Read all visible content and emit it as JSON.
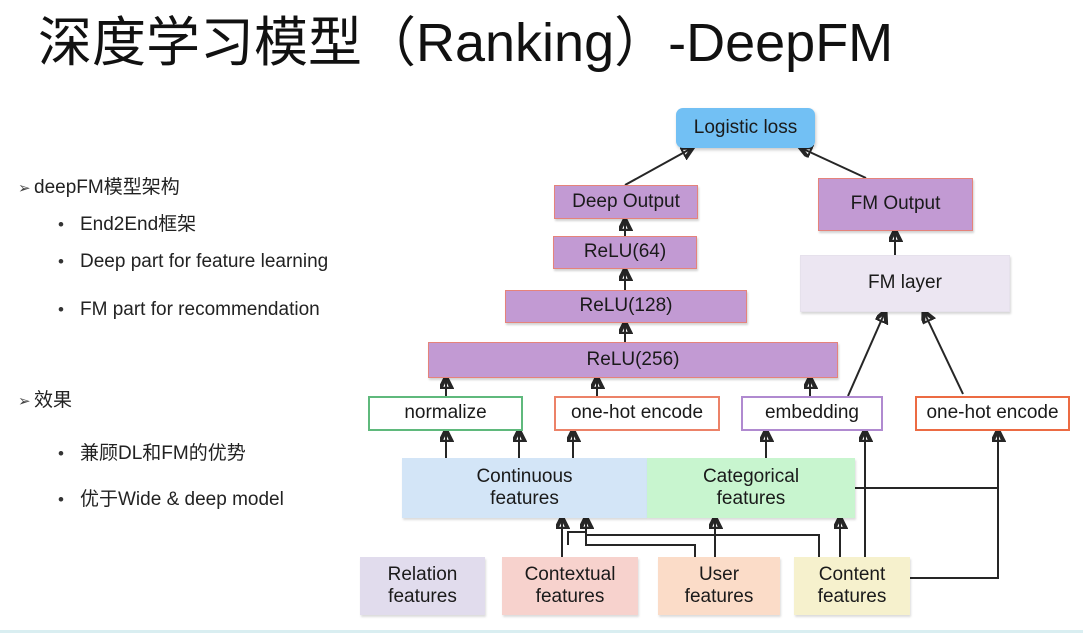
{
  "slide": {
    "title": "深度学习模型（Ranking）-DeepFM",
    "bottom_rule_color": "#d9eef1"
  },
  "outline": {
    "groups": [
      {
        "heading": "deepFM模型架构",
        "marker": "➢",
        "items": [
          {
            "marker": "•",
            "label": "End2End框架"
          },
          {
            "marker": "•",
            "label": "Deep part for feature learning"
          },
          {
            "marker": "•",
            "label": "FM part for recommendation"
          }
        ]
      },
      {
        "heading": "效果",
        "marker": "➢",
        "items": [
          {
            "marker": "•",
            "label": "兼顾DL和FM的优势"
          },
          {
            "marker": "•",
            "label": "优于Wide & deep model"
          }
        ]
      }
    ]
  },
  "diagram": {
    "nodes": {
      "logistic_loss": "Logistic loss",
      "deep_output": "Deep Output",
      "relu64": "ReLU(64)",
      "relu128": "ReLU(128)",
      "relu256": "ReLU(256)",
      "fm_output": "FM Output",
      "fm_layer": "FM layer",
      "normalize": "normalize",
      "one_hot_encode_left": "one-hot encode",
      "embedding": "embedding",
      "one_hot_encode_right": "one-hot encode",
      "continuous_features": "Continuous\nfeatures",
      "categorical_features": "Categorical\nfeatures",
      "relation_features": "Relation\nfeatures",
      "contextual_features": "Contextual\nfeatures",
      "user_features": "User\nfeatures",
      "content_features": "Content\nfeatures"
    },
    "colors": {
      "logistic_loss": "#72c0f4",
      "purple_layer_fill": "#c29ad3",
      "purple_layer_border": "#e5837b",
      "fm_layer": "#ece6f2",
      "normalize_border": "#5fb97c",
      "one_hot_left_border": "#ec8268",
      "embedding_border": "#b08ad0",
      "one_hot_right_border": "#ec6b43",
      "continuous_features": "#d3e5f7",
      "categorical_features": "#c8f5cf",
      "relation_features": "#e1dced",
      "contextual_features": "#f7d2cd",
      "user_features": "#fbdcc8",
      "content_features": "#f6f1cd"
    }
  }
}
